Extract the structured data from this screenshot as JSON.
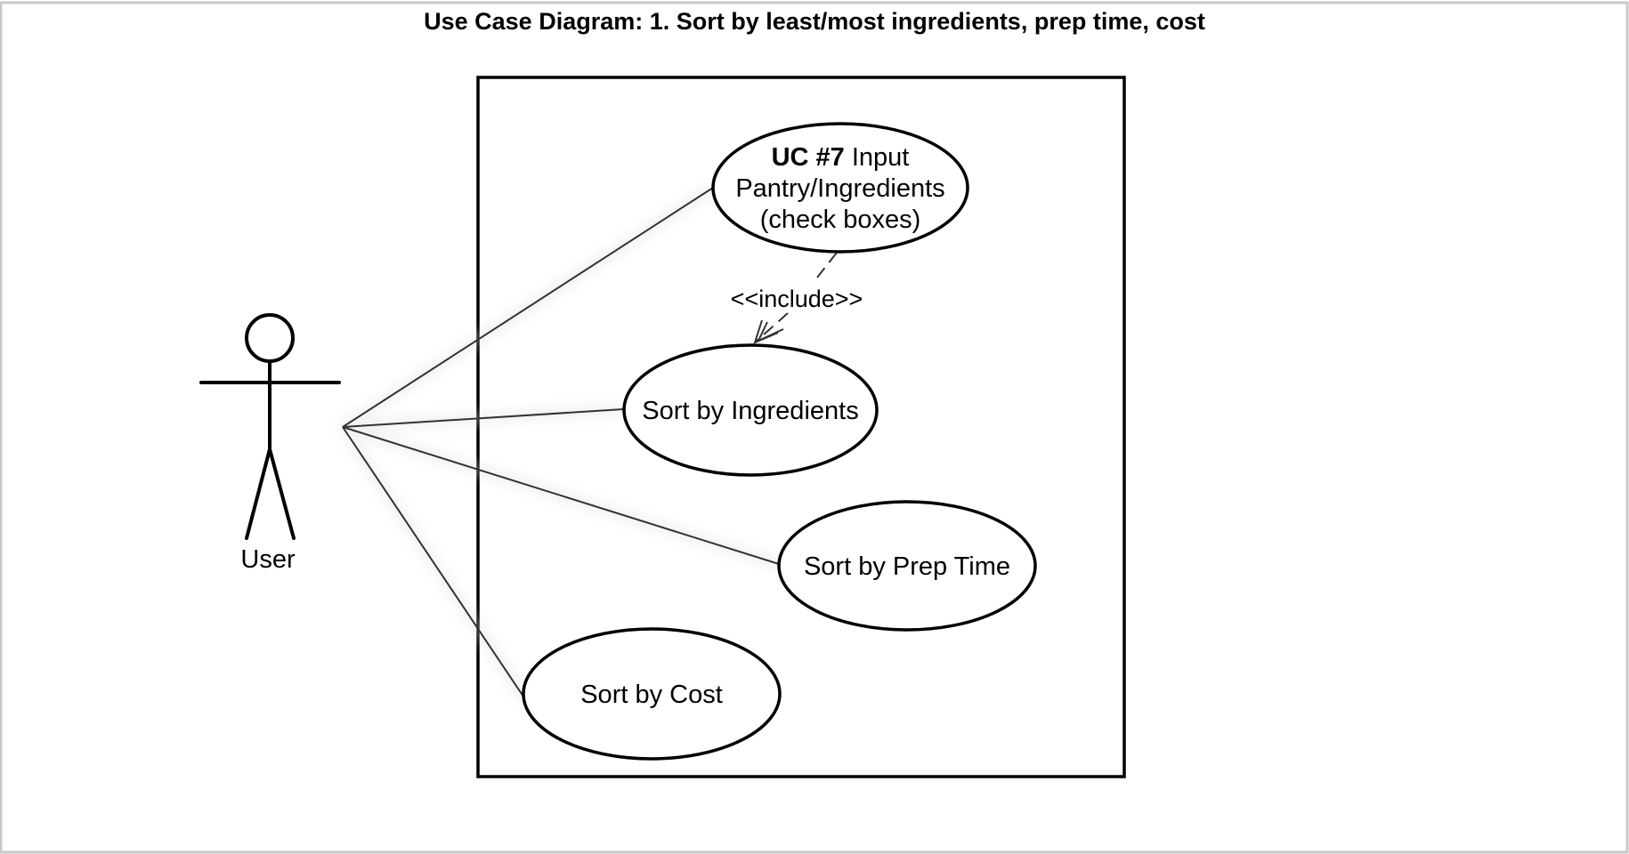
{
  "diagram": {
    "title": "Use Case Diagram: 1. Sort by least/most ingredients, prep time, cost",
    "actor": {
      "name": "User"
    },
    "use_cases": {
      "input_pantry": {
        "id_label": "UC #7",
        "line1_rest": " Input",
        "line2": "Pantry/Ingredients",
        "line3": "(check boxes)"
      },
      "sort_ingredients": {
        "label": "Sort by Ingredients"
      },
      "sort_prep_time": {
        "label": "Sort by Prep Time"
      },
      "sort_cost": {
        "label": "Sort by Cost"
      }
    },
    "relationships": {
      "include_label": "<<include>>"
    },
    "colors": {
      "stroke": "#000000",
      "background": "#ffffff",
      "frame_border": "#c8c8c8",
      "association": "#333333"
    }
  }
}
